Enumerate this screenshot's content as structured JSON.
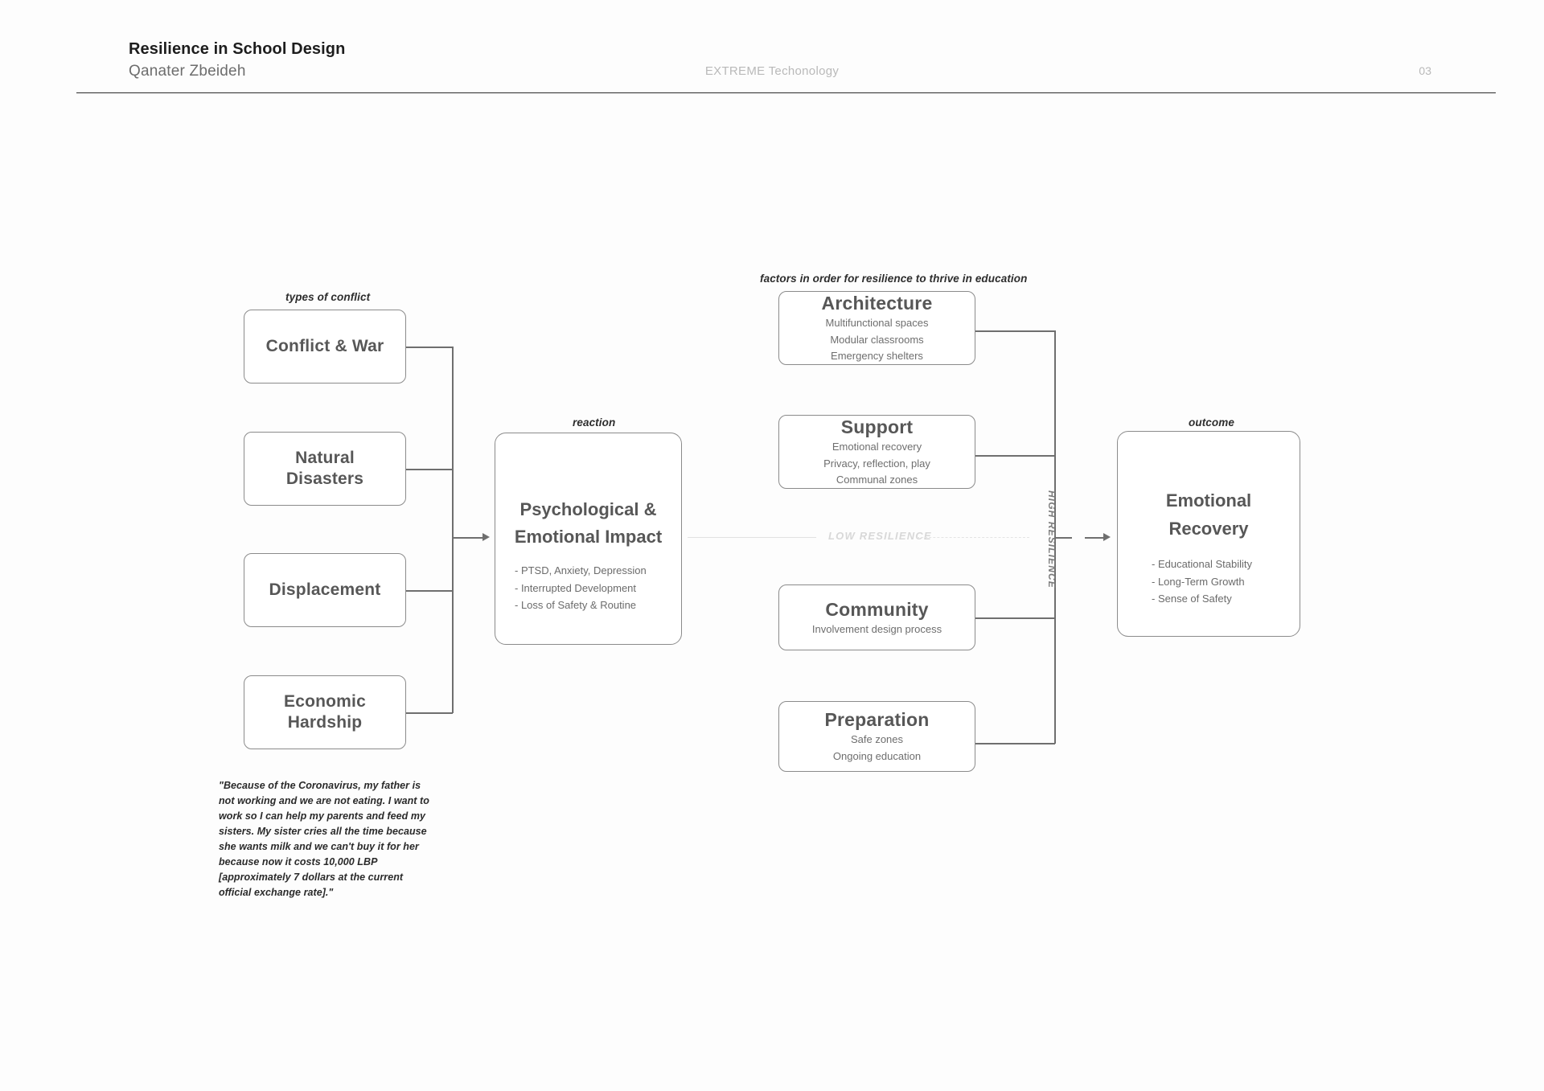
{
  "header": {
    "title": "Resilience in School Design",
    "author": "Qanater Zbeideh",
    "center_brand": "EXTREME Techonology",
    "page_number": "03"
  },
  "captions": {
    "types_of_conflict": "types of conflict",
    "reaction": "reaction",
    "factors": "factors in order for resilience to thrive in education",
    "outcome": "outcome"
  },
  "conflict_boxes": [
    {
      "title": "Conflict & War"
    },
    {
      "title": "Natural\nDisasters",
      "line1": "Natural",
      "line2": "Disasters"
    },
    {
      "title": "Displacement"
    },
    {
      "title": "Economic\nHardship",
      "line1": "Economic",
      "line2": "Hardship"
    }
  ],
  "center": {
    "title_line1": "Psychological &",
    "title_line2": "Emotional Impact",
    "bullets": [
      "- PTSD, Anxiety, Depression",
      "- Interrupted Development",
      "- Loss of Safety & Routine"
    ]
  },
  "factors": [
    {
      "title": "Architecture",
      "items": [
        "Multifunctional spaces",
        "Modular classrooms",
        "Emergency shelters"
      ]
    },
    {
      "title": "Support",
      "items": [
        "Emotional recovery",
        "Privacy, reflection, play",
        "Communal zones"
      ]
    },
    {
      "title": "Community",
      "items": [
        "Involvement design process"
      ]
    },
    {
      "title": "Preparation",
      "items": [
        "Safe zones",
        "Ongoing education"
      ]
    }
  ],
  "outcome": {
    "title_line1": "Emotional",
    "title_line2": "Recovery",
    "bullets": [
      "- Educational Stability",
      "- Long-Term Growth",
      "- Sense of Safety"
    ]
  },
  "resilience": {
    "low_label": "LOW RESILIENCE",
    "high_label": "HIGH RESILIENCE"
  },
  "quote": "\"Because of the Coronavirus, my father is not working and we are not eating. I want to work so I can help my parents and feed my sisters. My sister cries all the time because she wants milk and we can't buy it for her because now it costs 10,000 LBP [approximately 7 dollars at the current official exchange rate].\"",
  "colors": {
    "box_border": "#8b8b8b",
    "text": "#575757",
    "muted": "#b9b9b9",
    "low_resilience": "#d8d8d8"
  }
}
